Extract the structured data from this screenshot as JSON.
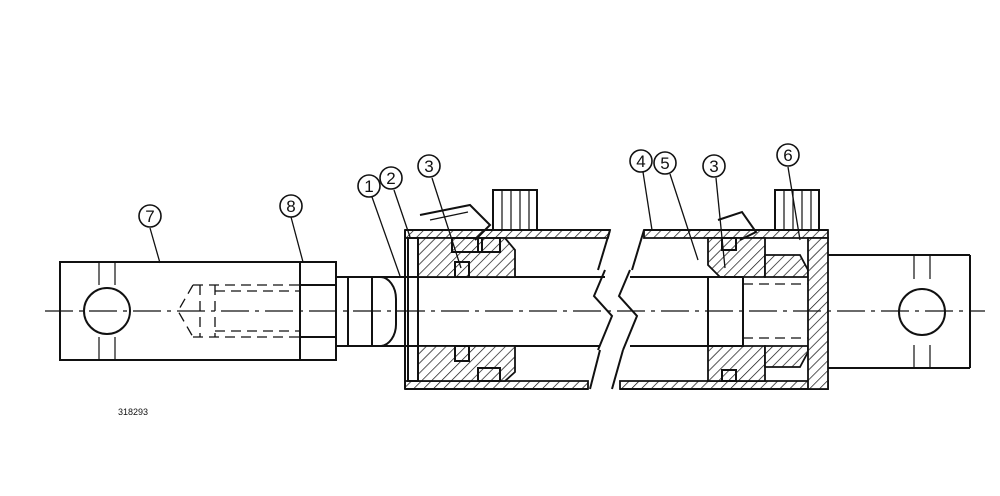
{
  "callouts": [
    {
      "id": "c1",
      "label": "1"
    },
    {
      "id": "c2",
      "label": "2"
    },
    {
      "id": "c3a",
      "label": "3"
    },
    {
      "id": "c4",
      "label": "4"
    },
    {
      "id": "c5",
      "label": "5"
    },
    {
      "id": "c3b",
      "label": "3"
    },
    {
      "id": "c6",
      "label": "6"
    },
    {
      "id": "c7",
      "label": "7"
    },
    {
      "id": "c8",
      "label": "8"
    }
  ],
  "drawing_number": "318293"
}
